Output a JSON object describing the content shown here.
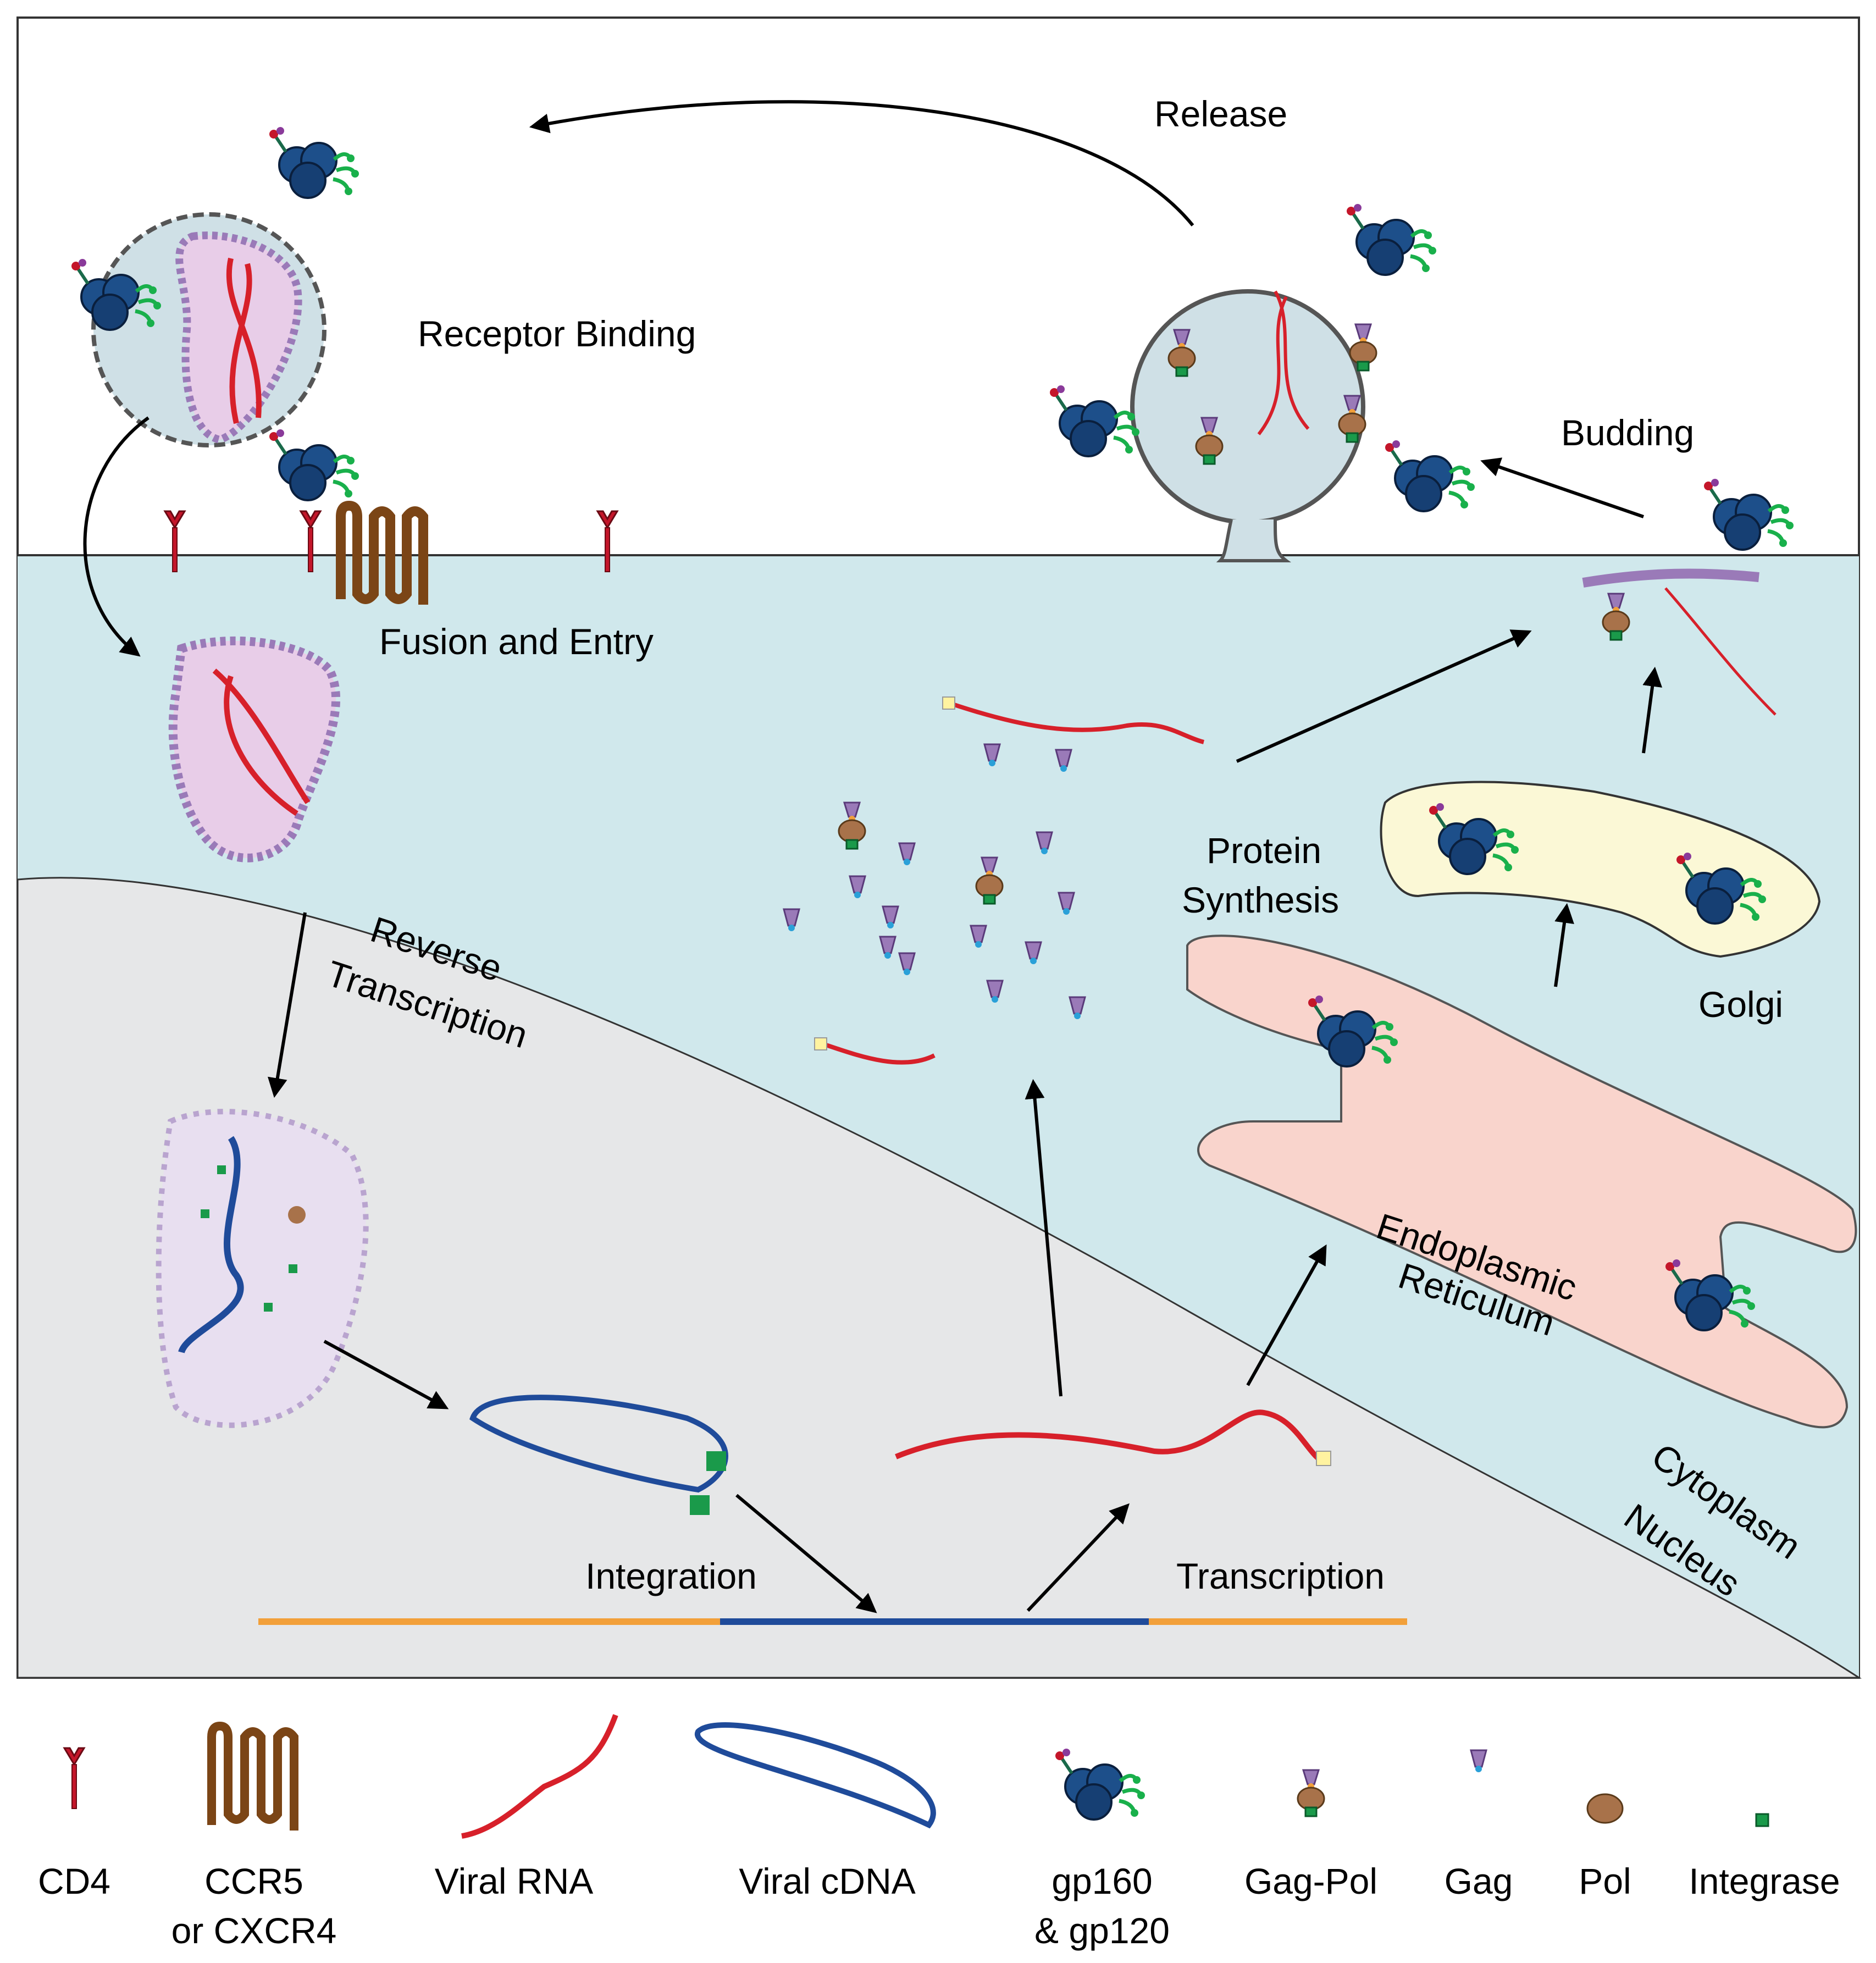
{
  "labels": {
    "release": "Release",
    "receptor_binding": "Receptor Binding",
    "budding": "Budding",
    "fusion_entry": "Fusion and Entry",
    "protein_synthesis_1": "Protein",
    "protein_synthesis_2": "Synthesis",
    "golgi": "Golgi",
    "reverse_transcription_1": "Reverse",
    "reverse_transcription_2": "Transcription",
    "endoplasmic_reticulum_1": "Endoplasmic",
    "endoplasmic_reticulum_2": "Reticulum",
    "cytoplasm": "Cytoplasm",
    "nucleus": "Nucleus",
    "integration": "Integration",
    "transcription": "Transcription"
  },
  "legend": [
    {
      "id": "cd4",
      "line1": "CD4",
      "line2": ""
    },
    {
      "id": "ccr5",
      "line1": "CCR5",
      "line2": "or CXCR4"
    },
    {
      "id": "viral_rna",
      "line1": "Viral RNA",
      "line2": ""
    },
    {
      "id": "viral_cdna",
      "line1": "Viral cDNA",
      "line2": ""
    },
    {
      "id": "gp160",
      "line1": "gp160",
      "line2": "& gp120"
    },
    {
      "id": "gag_pol",
      "line1": "Gag-Pol",
      "line2": ""
    },
    {
      "id": "gag",
      "line1": "Gag",
      "line2": ""
    },
    {
      "id": "pol",
      "line1": "Pol",
      "line2": ""
    },
    {
      "id": "integrase",
      "line1": "Integrase",
      "line2": ""
    }
  ],
  "colors": {
    "cytoplasm": "#d0e8ec",
    "nucleus": "#e6e7e8",
    "er": "#f9d4cc",
    "golgi": "#fbf8d6",
    "rna": "#d7202a",
    "cdna": "#1f4b9a",
    "host_dna": "#f2a03a",
    "envelope_protein": "#1d4f8a",
    "gp120_spikes": "#19b04b",
    "gag": "#9a7ab8",
    "pol": "#a8724a",
    "integrase": "#1a9a4a",
    "cd4": "#c4162a",
    "ccr5": "#7b4516",
    "capsid": "#e8cde8"
  }
}
